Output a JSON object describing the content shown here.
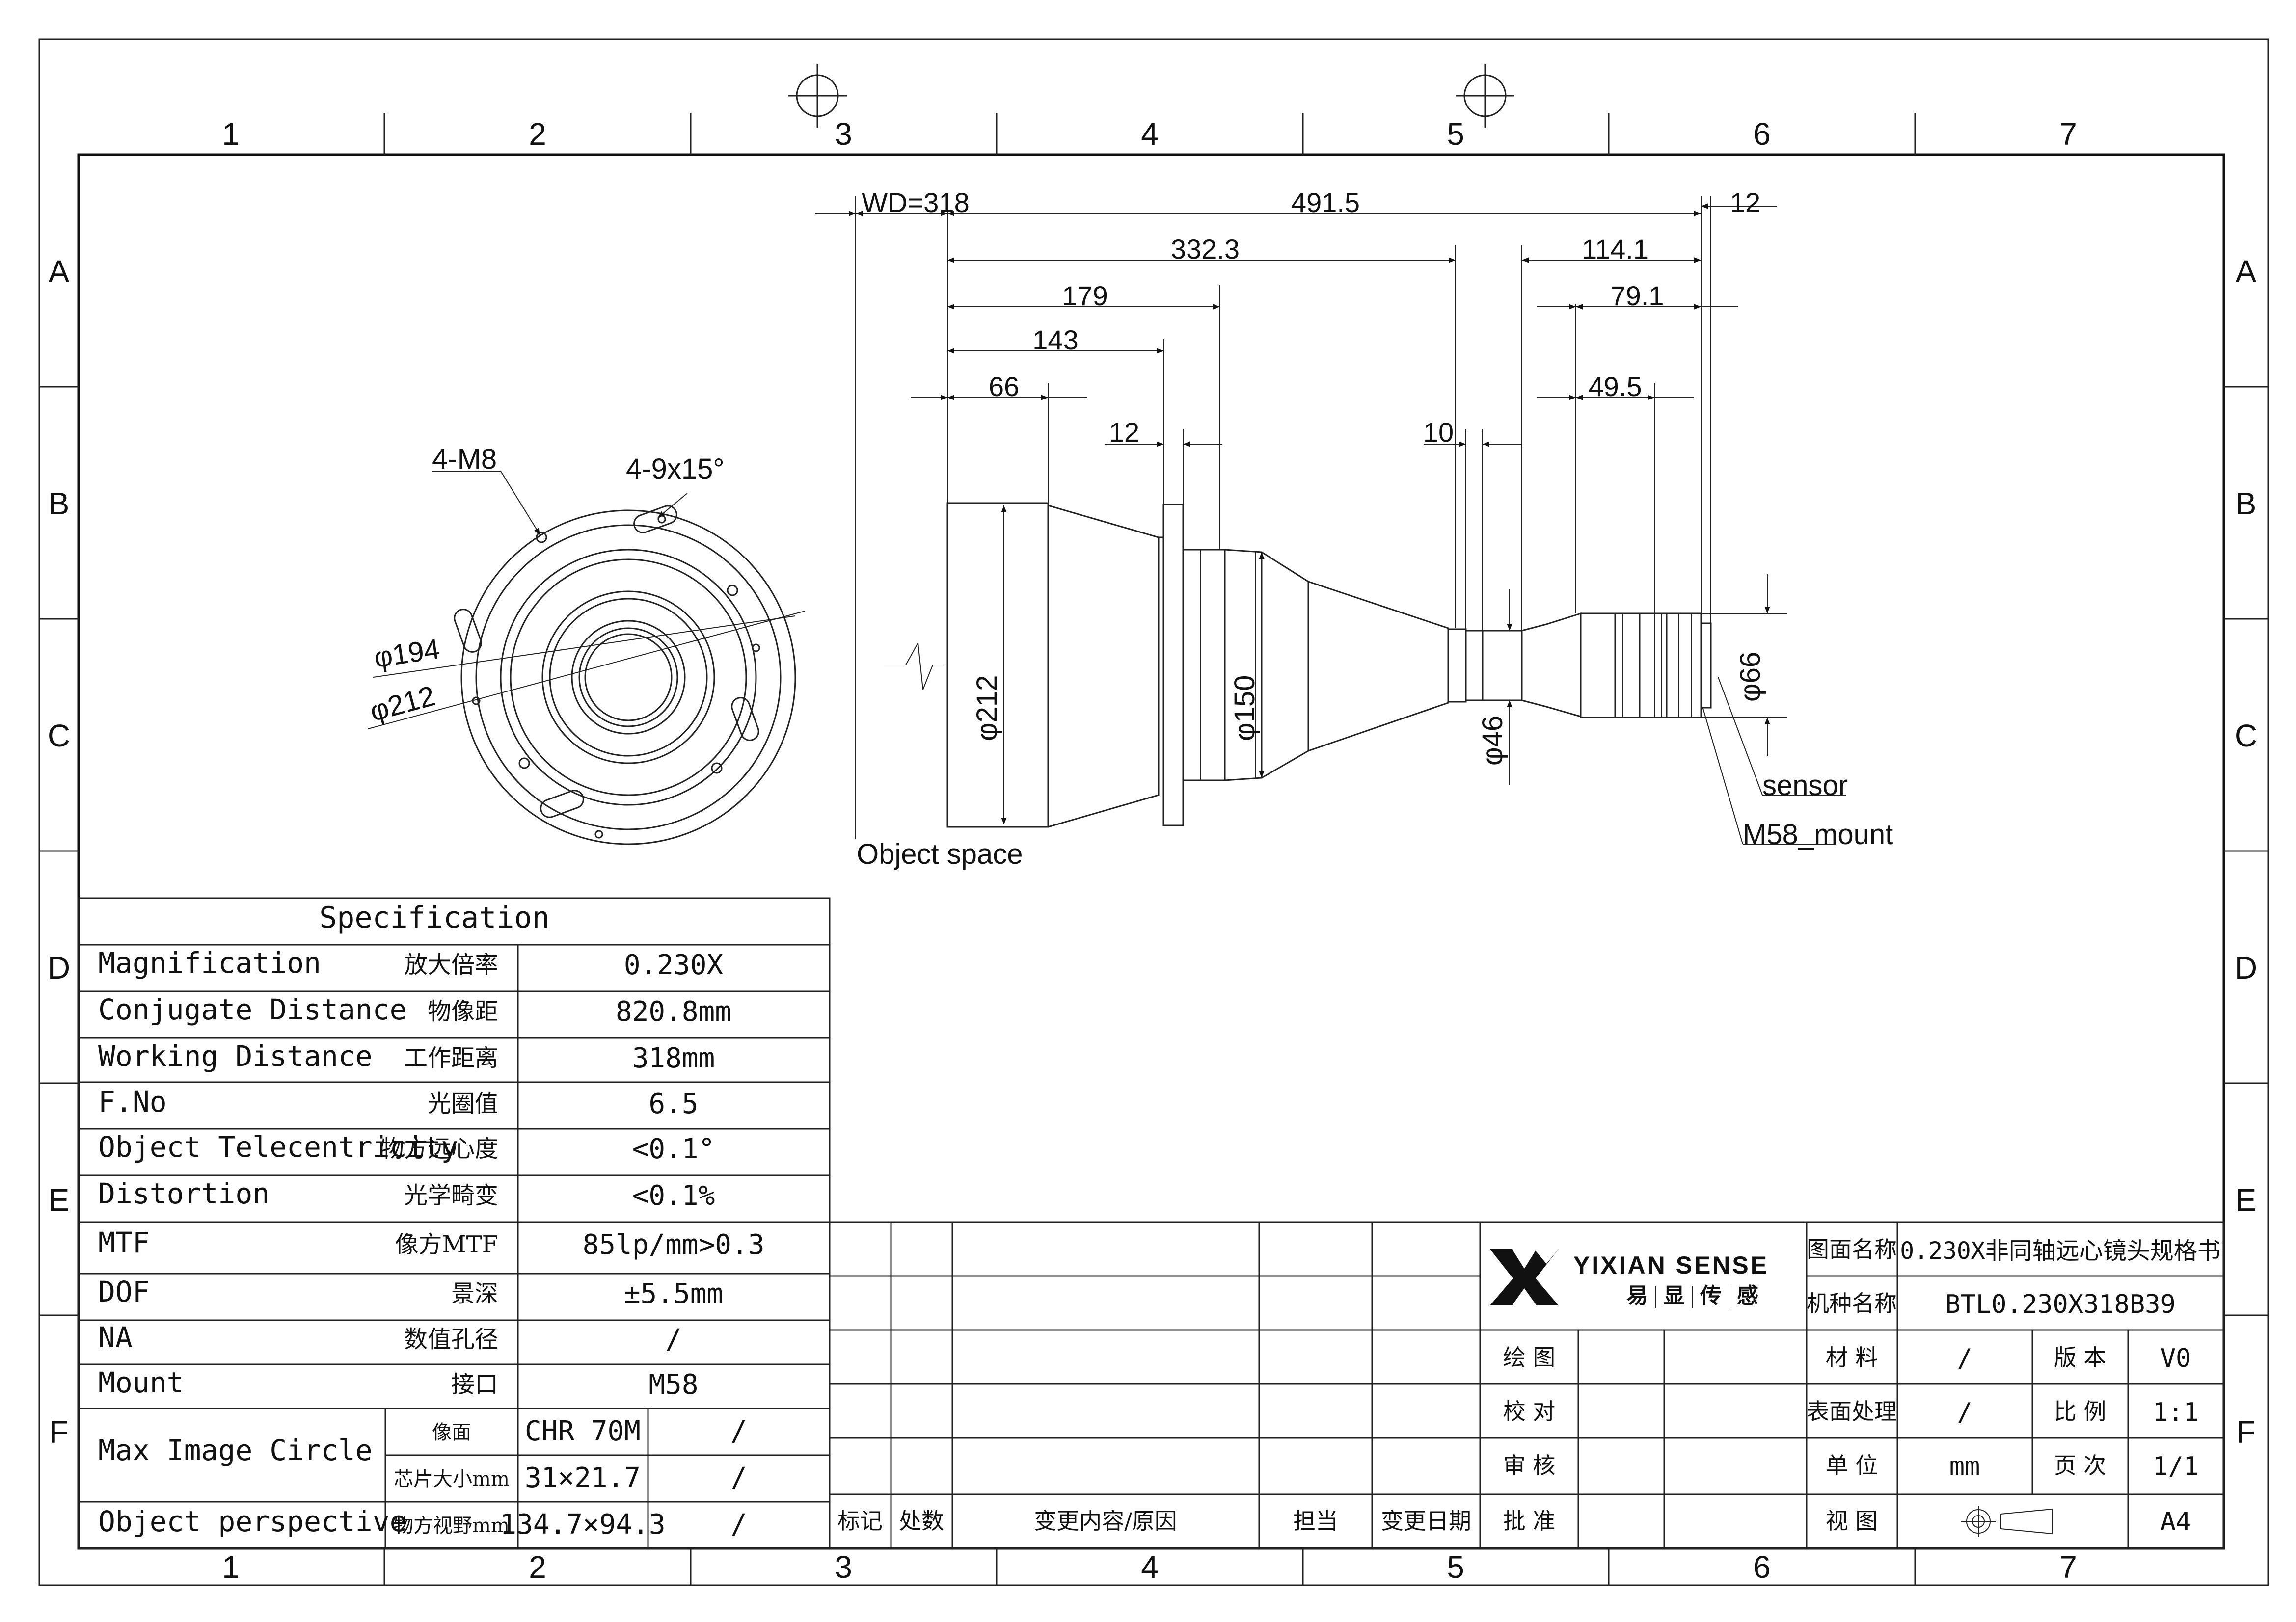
{
  "frame": {
    "columns": [
      "1",
      "2",
      "3",
      "4",
      "5",
      "6",
      "7"
    ],
    "rows": [
      "A",
      "B",
      "C",
      "D",
      "E",
      "F"
    ]
  },
  "front_view": {
    "labels": {
      "holes": "4-M8",
      "slots": "4-9x15°",
      "d_inner": "φ194",
      "d_outer": "φ212"
    }
  },
  "side_view": {
    "top_dims": {
      "wd": "WD=318",
      "total": "491.5",
      "tail": "12",
      "d332": "332.3",
      "d114": "114.1",
      "d179": "179",
      "d79": "79.1",
      "d143": "143",
      "d66": "66",
      "d495": "49.5",
      "d12b": "12",
      "d10": "10"
    },
    "diameters": {
      "front": "φ212",
      "mid": "φ150",
      "neck": "φ46",
      "rear": "φ66"
    },
    "callouts": {
      "sensor": "sensor",
      "mount": "M58_mount",
      "object": "Object space"
    }
  },
  "spec_table": {
    "title": "Specification",
    "rows": [
      {
        "en": "Magnification",
        "cn": "放大倍率",
        "value": "0.230X"
      },
      {
        "en": "Conjugate Distance",
        "cn": "物像距",
        "value": "820.8mm"
      },
      {
        "en": "Working Distance",
        "cn": "工作距离",
        "value": "318mm"
      },
      {
        "en": "F.No",
        "cn": "光圈值",
        "value": "6.5"
      },
      {
        "en": "Object Telecentricity",
        "cn": "物方远心度",
        "value": "<0.1°"
      },
      {
        "en": "Distortion",
        "cn": "光学畸变",
        "value": "<0.1%"
      },
      {
        "en": "MTF",
        "cn": "像方MTF",
        "value": "85lp/mm>0.3"
      },
      {
        "en": "DOF",
        "cn": "景深",
        "value": "±5.5mm"
      },
      {
        "en": "NA",
        "cn": "数值孔径",
        "value": "/"
      },
      {
        "en": "Mount",
        "cn": "接口",
        "value": "M58"
      }
    ],
    "image_circle": {
      "label": "Max Image Circle",
      "sub1": "像面",
      "val1": "CHR 70M",
      "extra1": "/",
      "sub2": "芯片大小mm",
      "val2": "31×21.7",
      "extra2": "/"
    },
    "perspective": {
      "label": "Object perspective",
      "sub": "物方视野mm",
      "val": "134.7×94.3",
      "extra": "/"
    }
  },
  "revision_block": {
    "headers": [
      "标记",
      "处数",
      "变更内容/原因",
      "担当",
      "变更日期"
    ]
  },
  "title_block": {
    "logo_en": "YIXIAN SENSE",
    "logo_cn": [
      "易",
      "显",
      "传",
      "感"
    ],
    "drawing_name_label": "图面名称",
    "drawing_name": "0.230X非同轴远心镜头规格书",
    "model_label": "机种名称",
    "model": "BTL0.230X318B39",
    "drawn": "绘 图",
    "checked": "校 对",
    "reviewed": "审 核",
    "approved": "批 准",
    "material_label": "材 料",
    "material": "/",
    "version_label": "版 本",
    "version": "V0",
    "surface_label": "表面处理",
    "surface": "/",
    "scale_label": "比 例",
    "scale": "1:1",
    "unit_label": "单 位",
    "unit": "mm",
    "page_label": "页 次",
    "page": "1/1",
    "view_label": "视 图",
    "size": "A4"
  }
}
